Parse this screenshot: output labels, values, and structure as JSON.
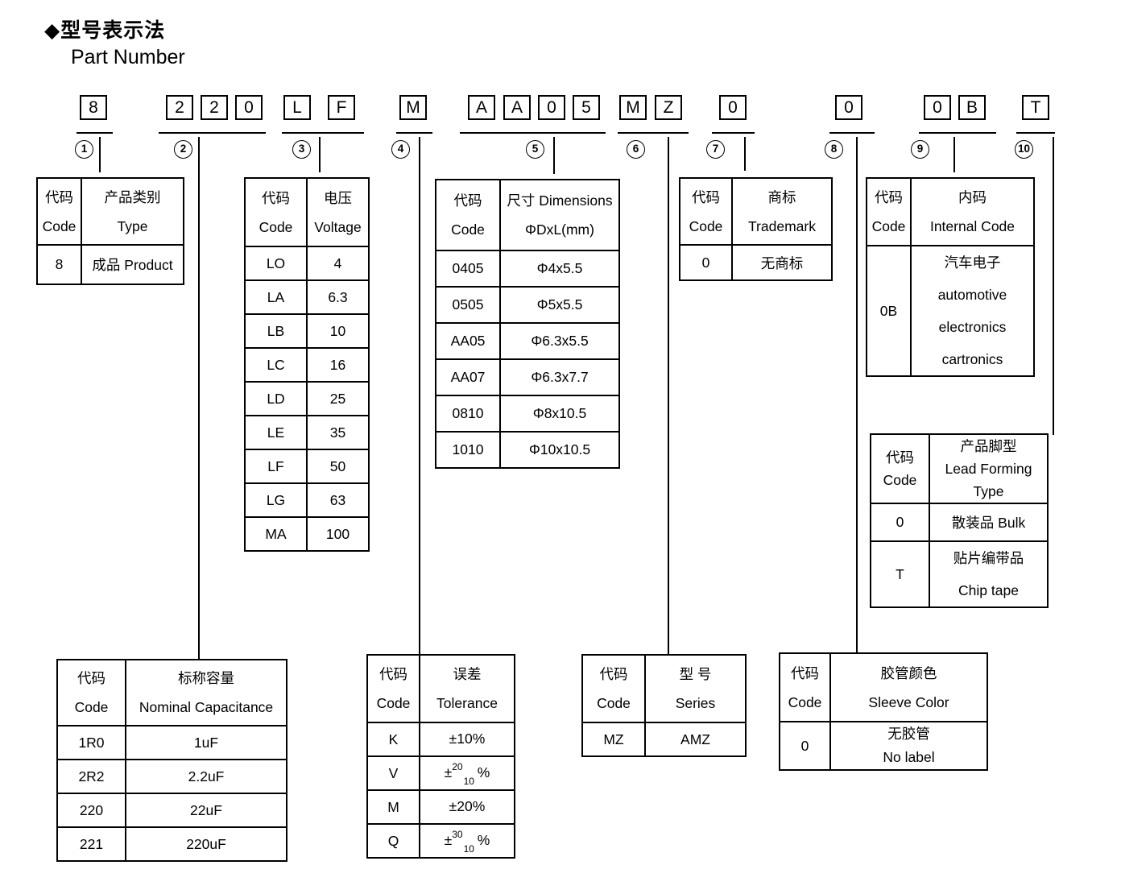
{
  "title": {
    "zh": "◆型号表示法",
    "en": "Part Number"
  },
  "part_number": {
    "boxes": [
      "8",
      "2",
      "2",
      "0",
      "L",
      "F",
      "M",
      "A",
      "A",
      "0",
      "5",
      "M",
      "Z",
      "0",
      "0",
      "0",
      "B",
      "T"
    ],
    "group_numbers": [
      "1",
      "2",
      "3",
      "4",
      "5",
      "6",
      "7",
      "8",
      "9",
      "10"
    ]
  },
  "tables": {
    "type": {
      "h1": [
        "代码",
        "Code"
      ],
      "h2": [
        "产品类别",
        "Type"
      ],
      "rows": [
        [
          "8",
          "成品 Product"
        ]
      ]
    },
    "capacitance": {
      "h1": [
        "代码",
        "Code"
      ],
      "h2": [
        "标称容量",
        "Nominal Capacitance"
      ],
      "rows": [
        [
          "1R0",
          "1uF"
        ],
        [
          "2R2",
          "2.2uF"
        ],
        [
          "220",
          "22uF"
        ],
        [
          "221",
          "220uF"
        ]
      ]
    },
    "voltage": {
      "h1": [
        "代码",
        "Code"
      ],
      "h2": [
        "电压",
        "Voltage"
      ],
      "rows": [
        [
          "LO",
          "4"
        ],
        [
          "LA",
          "6.3"
        ],
        [
          "LB",
          "10"
        ],
        [
          "LC",
          "16"
        ],
        [
          "LD",
          "25"
        ],
        [
          "LE",
          "35"
        ],
        [
          "LF",
          "50"
        ],
        [
          "LG",
          "63"
        ],
        [
          "MA",
          "100"
        ]
      ]
    },
    "tolerance": {
      "h1": [
        "代码",
        "Code"
      ],
      "h2": [
        "误差",
        "Tolerance"
      ],
      "rows": [
        [
          "K",
          {
            "base": "±10%",
            "sup": "",
            "sub": "",
            "tail": ""
          }
        ],
        [
          "V",
          {
            "base": "±",
            "sup": "20",
            "sub": "10",
            "tail": " %"
          }
        ],
        [
          "M",
          {
            "base": "±20%",
            "sup": "",
            "sub": "",
            "tail": ""
          }
        ],
        [
          "Q",
          {
            "base": "±",
            "sup": "30",
            "sub": "10",
            "tail": " %"
          }
        ]
      ]
    },
    "dimensions": {
      "h1": [
        "代码",
        "Code"
      ],
      "h2": [
        "尺寸 Dimensions",
        "ΦDxL(mm)"
      ],
      "rows": [
        [
          "0405",
          "Φ4x5.5"
        ],
        [
          "0505",
          "Φ5x5.5"
        ],
        [
          "AA05",
          "Φ6.3x5.5"
        ],
        [
          "AA07",
          "Φ6.3x7.7"
        ],
        [
          "0810",
          "Φ8x10.5"
        ],
        [
          "1010",
          "Φ10x10.5"
        ]
      ]
    },
    "series": {
      "h1": [
        "代码",
        "Code"
      ],
      "h2": [
        "型 号",
        "Series"
      ],
      "rows": [
        [
          "MZ",
          "AMZ"
        ]
      ]
    },
    "trademark": {
      "h1": [
        "代码",
        "Code"
      ],
      "h2": [
        "商标",
        "Trademark"
      ],
      "rows": [
        [
          "0",
          "无商标"
        ]
      ]
    },
    "sleeve": {
      "h1": [
        "代码",
        "Code"
      ],
      "h2": [
        "胶管颜色",
        "Sleeve Color"
      ],
      "rows": [
        [
          "0",
          [
            "无胶管",
            "No label"
          ]
        ]
      ]
    },
    "internal": {
      "h1": [
        "代码",
        "Code"
      ],
      "h2": [
        "内码",
        "Internal Code"
      ],
      "rows": [
        [
          "0B",
          [
            "汽车电子",
            "automotive",
            "electronics",
            "cartronics"
          ]
        ]
      ]
    },
    "lead": {
      "h1": [
        "代码",
        "Code"
      ],
      "h2": [
        "产品脚型",
        "Lead Forming",
        "Type"
      ],
      "rows": [
        [
          "0",
          [
            "散装品 Bulk"
          ]
        ],
        [
          "T",
          [
            "贴片编带品",
            "Chip tape"
          ]
        ]
      ]
    }
  }
}
